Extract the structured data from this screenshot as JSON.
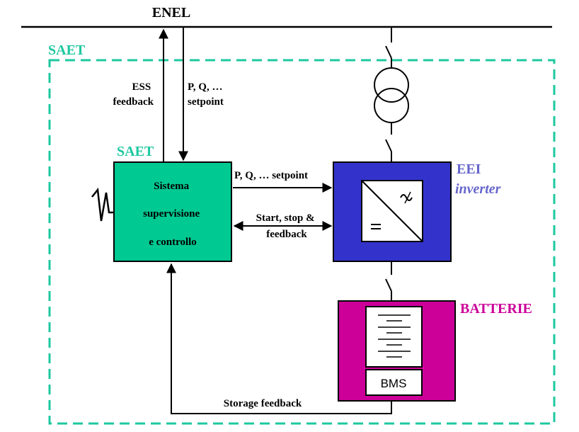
{
  "grid_label": "ENEL",
  "saet_outer_label": "SAET",
  "saet_inner_label": "SAET",
  "ess_feedback": [
    "ESS",
    "feedback"
  ],
  "pq_setpoint_up": [
    "P, Q, …",
    "setpoint"
  ],
  "supervision_box": {
    "lines": [
      "Sistema",
      "supervisione",
      "e controllo"
    ]
  },
  "arrow_pq_setpoint": "P, Q, … setpoint",
  "arrow_start_stop": [
    "Start, stop &",
    "feedback"
  ],
  "eei_label": "EEI",
  "inverter_label": "inverter",
  "batterie_label": "BATTERIE",
  "bms_label": "BMS",
  "storage_feedback": "Storage feedback",
  "colors": {
    "saet_green": "#1dc8a0",
    "box_green": "#00c992",
    "inverter_blue": "#3333cc",
    "eei_text": "#6666cc",
    "battery_magenta": "#cc0099"
  }
}
